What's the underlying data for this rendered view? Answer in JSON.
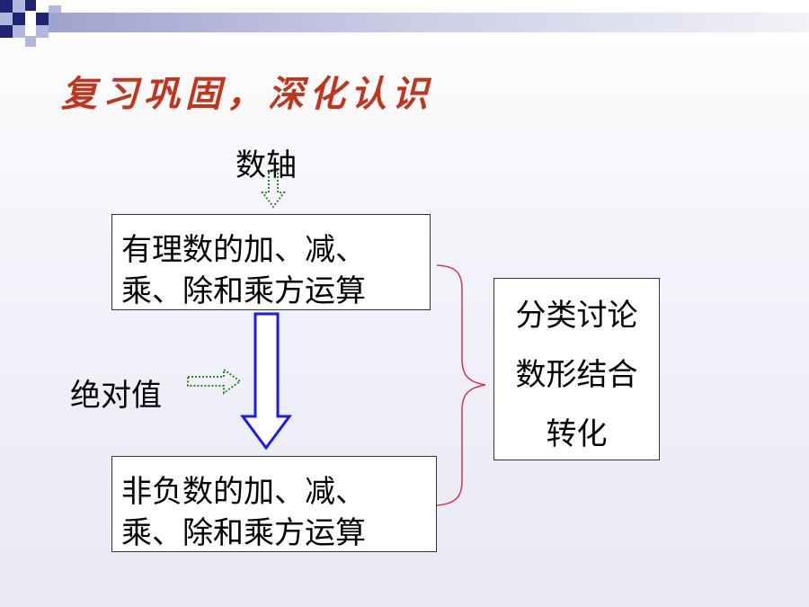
{
  "slide": {
    "title": "复习巩固，深化认识",
    "top_label": "数轴",
    "side_label": "绝对值",
    "box_rational": [
      "有理数的加、减、",
      "乘、除和乘方运算"
    ],
    "box_nonnegative": [
      "非负数的加、减、",
      "乘、除和乘方运算"
    ],
    "methods": [
      "分类讨论",
      "数形结合",
      "转化"
    ],
    "colors": {
      "title": "#c0351c",
      "dotted_arrow": "#2a8a2a",
      "big_arrow": "#1a1aee",
      "brace": "#d2364c",
      "deco_navy": "#1d2470",
      "deco_light": "#b3b6dd"
    }
  }
}
